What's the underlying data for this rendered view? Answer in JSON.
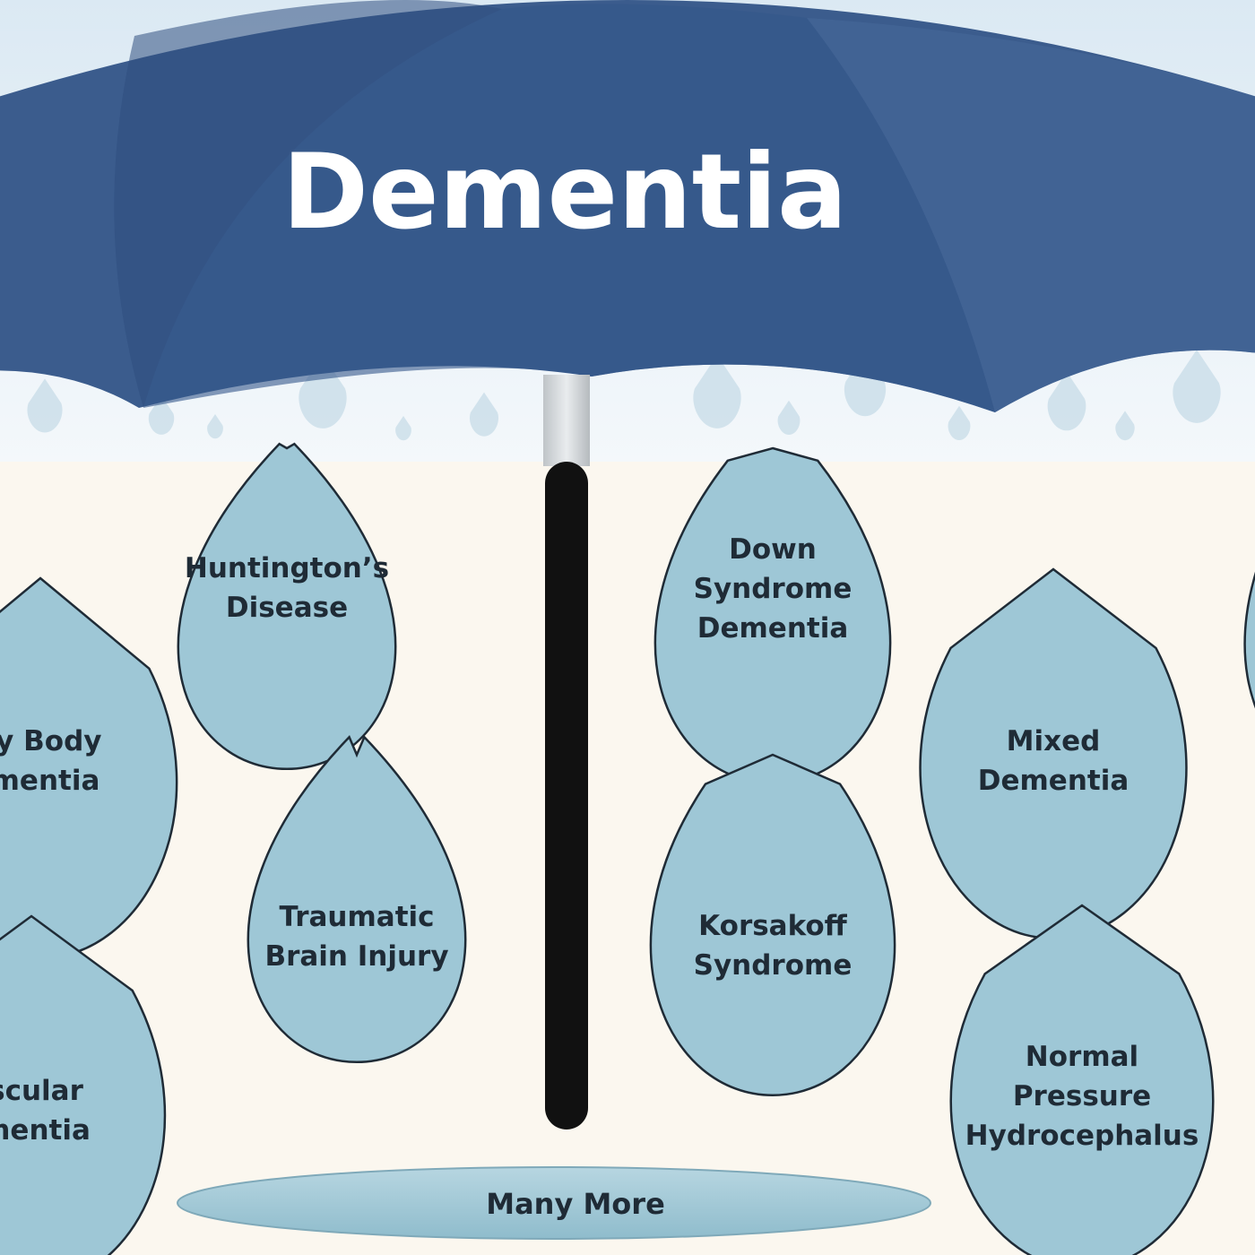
{
  "title": "Dementia",
  "colors": {
    "canopy": "#3b5c8d",
    "canopy_dark": "#2f4f80",
    "drop_fill": "#9ec7d6",
    "drop_stroke": "#1f2b36",
    "shaft": "#111111",
    "background": "#fbf7ef"
  },
  "drops": [
    {
      "id": "huntingtons",
      "lines": [
        "Huntington’s",
        "Disease"
      ]
    },
    {
      "id": "lewy-body",
      "lines": [
        "wy Body",
        "ementia"
      ]
    },
    {
      "id": "traumatic-brain-injury",
      "lines": [
        "Traumatic",
        "Brain Injury"
      ]
    },
    {
      "id": "vascular",
      "lines": [
        "scular",
        "mentia"
      ]
    },
    {
      "id": "down-syndrome",
      "lines": [
        "Down",
        "Syndrome",
        "Dementia"
      ]
    },
    {
      "id": "korsakoff",
      "lines": [
        "Korsakoff",
        "Syndrome"
      ]
    },
    {
      "id": "mixed",
      "lines": [
        "Mixed",
        "Dementia"
      ]
    },
    {
      "id": "normal-pressure",
      "lines": [
        "Normal",
        "Pressure",
        "Hydrocephalus"
      ]
    },
    {
      "id": "right-edge-top",
      "lines": []
    },
    {
      "id": "right-edge-bottom",
      "lines": []
    }
  ],
  "footer": "Many More"
}
